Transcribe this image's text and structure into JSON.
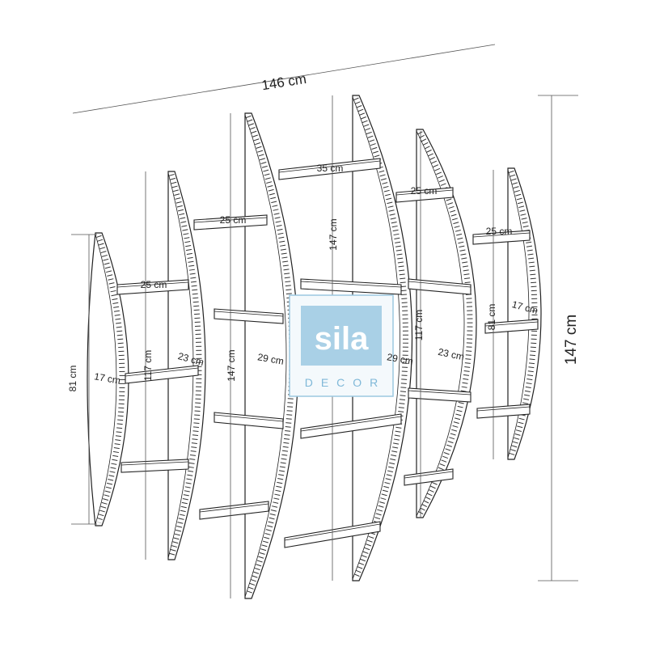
{
  "title": "Wall shelf dimensions drawing",
  "dimensions": {
    "total_width": "146 cm",
    "total_height": "147 cm",
    "p1_height": "81 cm",
    "p1_depth": "17 cm",
    "p1_shelf": "25 cm",
    "p2_height": "117 cm",
    "p2_depth": "23 cm",
    "p2_shelf": "25 cm",
    "p3_height": "147 cm",
    "p3_depth": "29 cm",
    "center_shelf": "35 cm",
    "center_height": "147 cm",
    "center_depth": "29 cm",
    "p5_shelf": "25 cm",
    "p5_height": "117 cm",
    "p5_depth": "23 cm",
    "p6_shelf": "25 cm",
    "p6_height": "81 cm",
    "p6_depth": "17 cm"
  },
  "logo": {
    "brand": "sila",
    "sub": "DECOR",
    "color": "#7fb8d8"
  }
}
